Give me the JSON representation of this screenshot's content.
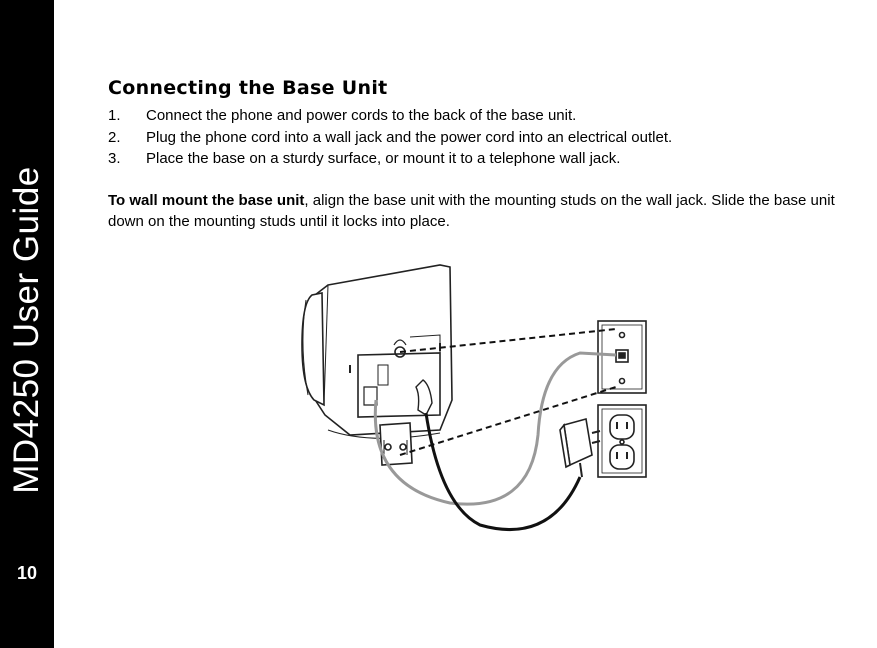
{
  "sidebar": {
    "title": "MD4250 User Guide",
    "page_number": "10"
  },
  "section": {
    "heading": "Connecting the Base Unit",
    "steps": [
      {
        "num": "1.",
        "text": "Connect the phone and power cords to the back of the base unit."
      },
      {
        "num": "2.",
        "text": "Plug the phone cord into a wall jack and the power cord into an electrical outlet."
      },
      {
        "num": "3.",
        "text": "Place the base on a sturdy surface, or mount it to a telephone wall jack."
      }
    ],
    "wall_mount_bold": "To wall mount the base unit",
    "wall_mount_text": ", align the base unit with the mounting studs on the wall jack. Slide the base unit down on the mounting studs until it locks into place."
  }
}
